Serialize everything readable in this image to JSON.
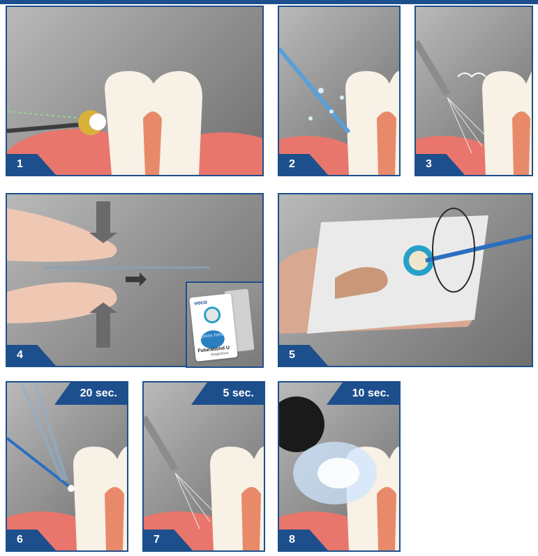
{
  "panels": [
    {
      "step": "1"
    },
    {
      "step": "2"
    },
    {
      "step": "3"
    },
    {
      "step": "4"
    },
    {
      "step": "5"
    },
    {
      "step": "6",
      "time": "20 sec."
    },
    {
      "step": "7",
      "time": "5 sec."
    },
    {
      "step": "8",
      "time": "10 sec."
    }
  ],
  "inset": {
    "logo": "voco",
    "press_label": "press here",
    "product": "Futurabond U",
    "product_sub": "SingleDose"
  },
  "colors": {
    "accent": "#1d4f8c",
    "gum": "#e8766c",
    "tooth": "#f7f1e6",
    "pulp": "#e88a6a",
    "ring": "#27a0c8"
  }
}
